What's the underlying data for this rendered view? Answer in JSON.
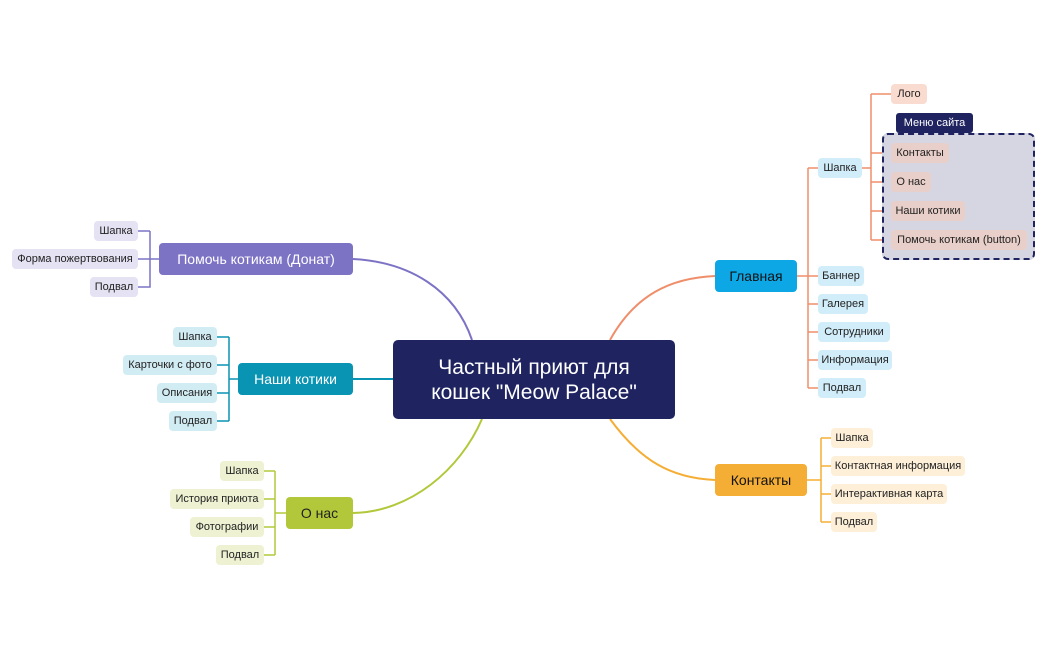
{
  "root": {
    "line1": "Частный приют для",
    "line2": "кошек \"Meow Palace\""
  },
  "colors": {
    "root": "#1f2461",
    "donate": "#7c73c5",
    "cats": "#0a94b4",
    "about": "#b2c83a",
    "home": "#0da7e6",
    "contacts": "#f5ae35",
    "home_sub": "#ef8e6a"
  },
  "branches": {
    "donate": {
      "label": "Помочь котикам (Донат)",
      "children": [
        "Шапка",
        "Форма пожертвования",
        "Подвал"
      ]
    },
    "cats": {
      "label": "Наши котики",
      "children": [
        "Шапка",
        "Карточки с фото",
        "Описания",
        "Подвал"
      ]
    },
    "about": {
      "label": "О нас",
      "children": [
        "Шапка",
        "История приюта",
        "Фотографии",
        "Подвал"
      ]
    },
    "home": {
      "label": "Главная",
      "children": [
        "Шапка",
        "Баннер",
        "Галерея",
        "Сотрудники",
        "Информация",
        "Подвал"
      ],
      "header_children": [
        "Лого",
        "Контакты",
        "О нас",
        "Наши котики",
        "Помочь котикам (button)"
      ],
      "menu_label": "Меню сайта"
    },
    "contacts": {
      "label": "Контакты",
      "children": [
        "Шапка",
        "Контактная информация",
        "Интерактивная карта",
        "Подвал"
      ]
    }
  }
}
